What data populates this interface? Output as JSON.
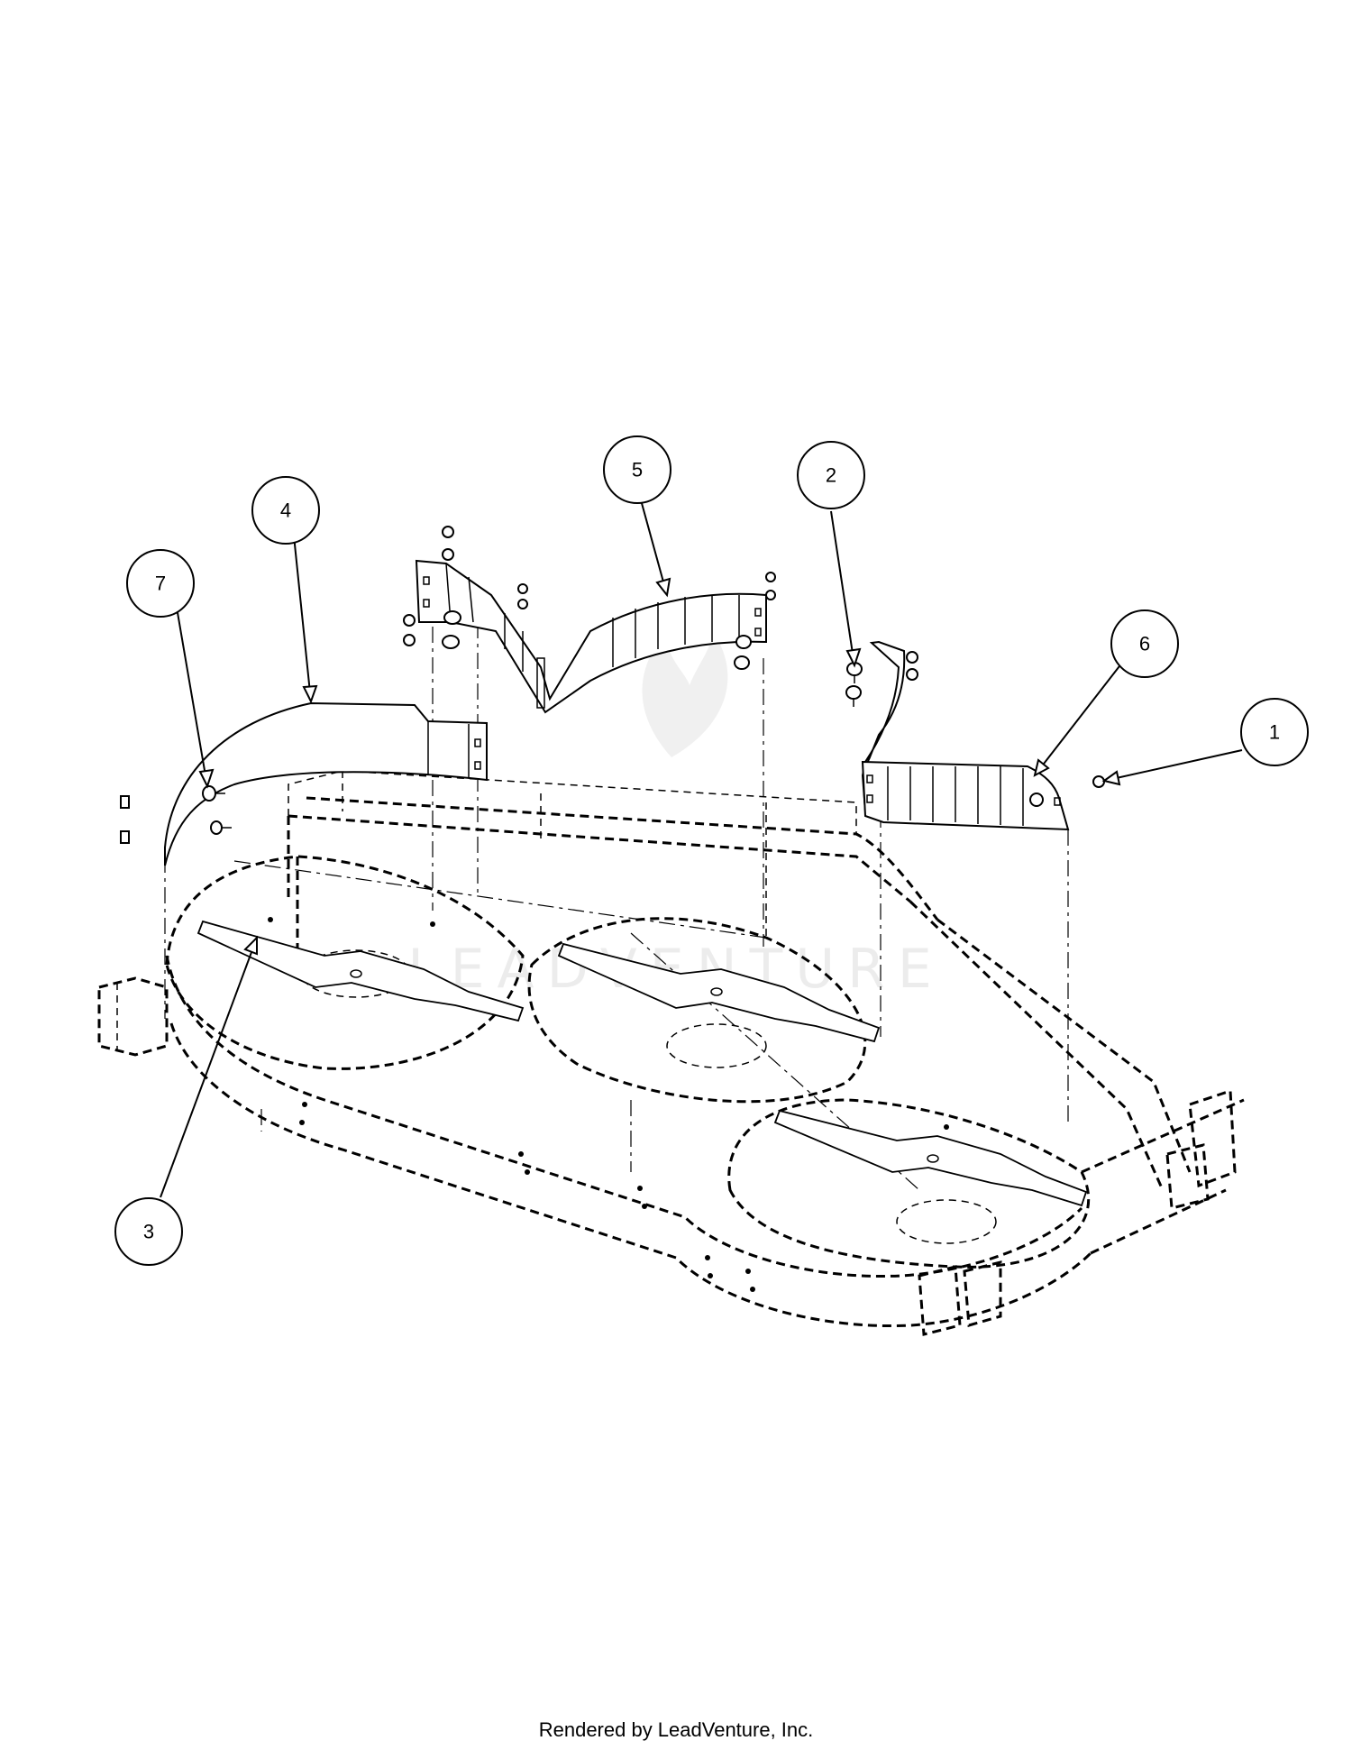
{
  "callouts": [
    {
      "label": "1",
      "part": "hex-nut"
    },
    {
      "label": "2",
      "part": "carriage-bolt"
    },
    {
      "label": "3",
      "part": "mower-blade"
    },
    {
      "label": "4",
      "part": "left-baffle"
    },
    {
      "label": "5",
      "part": "center-baffle"
    },
    {
      "label": "6",
      "part": "right-baffle"
    },
    {
      "label": "7",
      "part": "carriage-bolt-left"
    }
  ],
  "watermark": "LEADVENTURE",
  "footer": "Rendered by LeadVenture, Inc."
}
